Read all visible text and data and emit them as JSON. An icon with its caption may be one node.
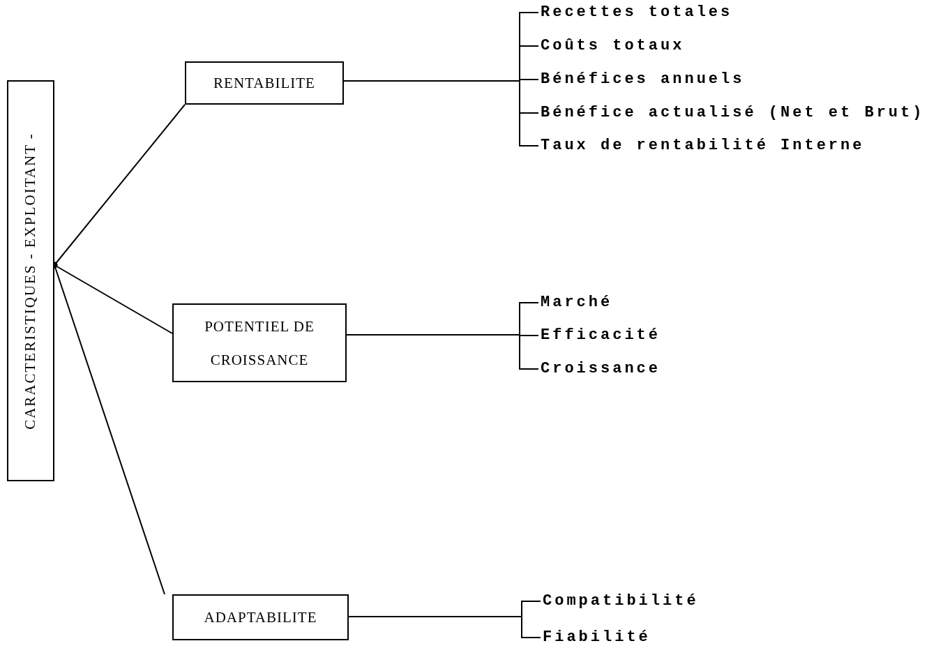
{
  "diagram": {
    "nodes": [
      {
        "text": [
          "CARACTERISTIQUES - EXPLOITANT -"
        ]
      },
      {
        "text": [
          "RENTABILITE"
        ]
      },
      {
        "text": [
          "POTENTIEL DE CROISSANCE"
        ]
      },
      {
        "text": [
          "ADAPTABILITE"
        ]
      },
      {
        "text": [
          "Recettes totales"
        ]
      },
      {
        "text": [
          "Coûts totaux"
        ]
      },
      {
        "text": [
          "Bénéfices annuels"
        ]
      },
      {
        "text": [
          "Bénéfice actualisé (Net et Brut)"
        ]
      },
      {
        "text": [
          "Taux de rentabilité Interne"
        ]
      },
      {
        "text": [
          "Marché"
        ]
      },
      {
        "text": [
          "Efficacité"
        ]
      },
      {
        "text": [
          "Croissance"
        ]
      },
      {
        "text": [
          "Compatibilité"
        ]
      },
      {
        "text": [
          "Fiabilité"
        ]
      }
    ],
    "edges": [
      {
        "from": 0,
        "to": 1,
        "arrow": "other"
      },
      {
        "from": 0,
        "to": 2,
        "arrow": "other"
      },
      {
        "from": 0,
        "to": 3,
        "arrow": "other"
      },
      {
        "from": 1,
        "to": 4,
        "arrow": "none"
      },
      {
        "from": 1,
        "to": 5,
        "arrow": "none"
      },
      {
        "from": 1,
        "to": 6,
        "arrow": "none"
      },
      {
        "from": 1,
        "to": 7,
        "arrow": "none"
      },
      {
        "from": 1,
        "to": 8,
        "arrow": "none"
      },
      {
        "from": 2,
        "to": 9,
        "arrow": "none"
      },
      {
        "from": 2,
        "to": 10,
        "arrow": "none"
      },
      {
        "from": 2,
        "to": 11,
        "arrow": "none"
      },
      {
        "from": 3,
        "to": 12,
        "arrow": "none"
      },
      {
        "from": 3,
        "to": 13,
        "arrow": "none"
      }
    ]
  }
}
